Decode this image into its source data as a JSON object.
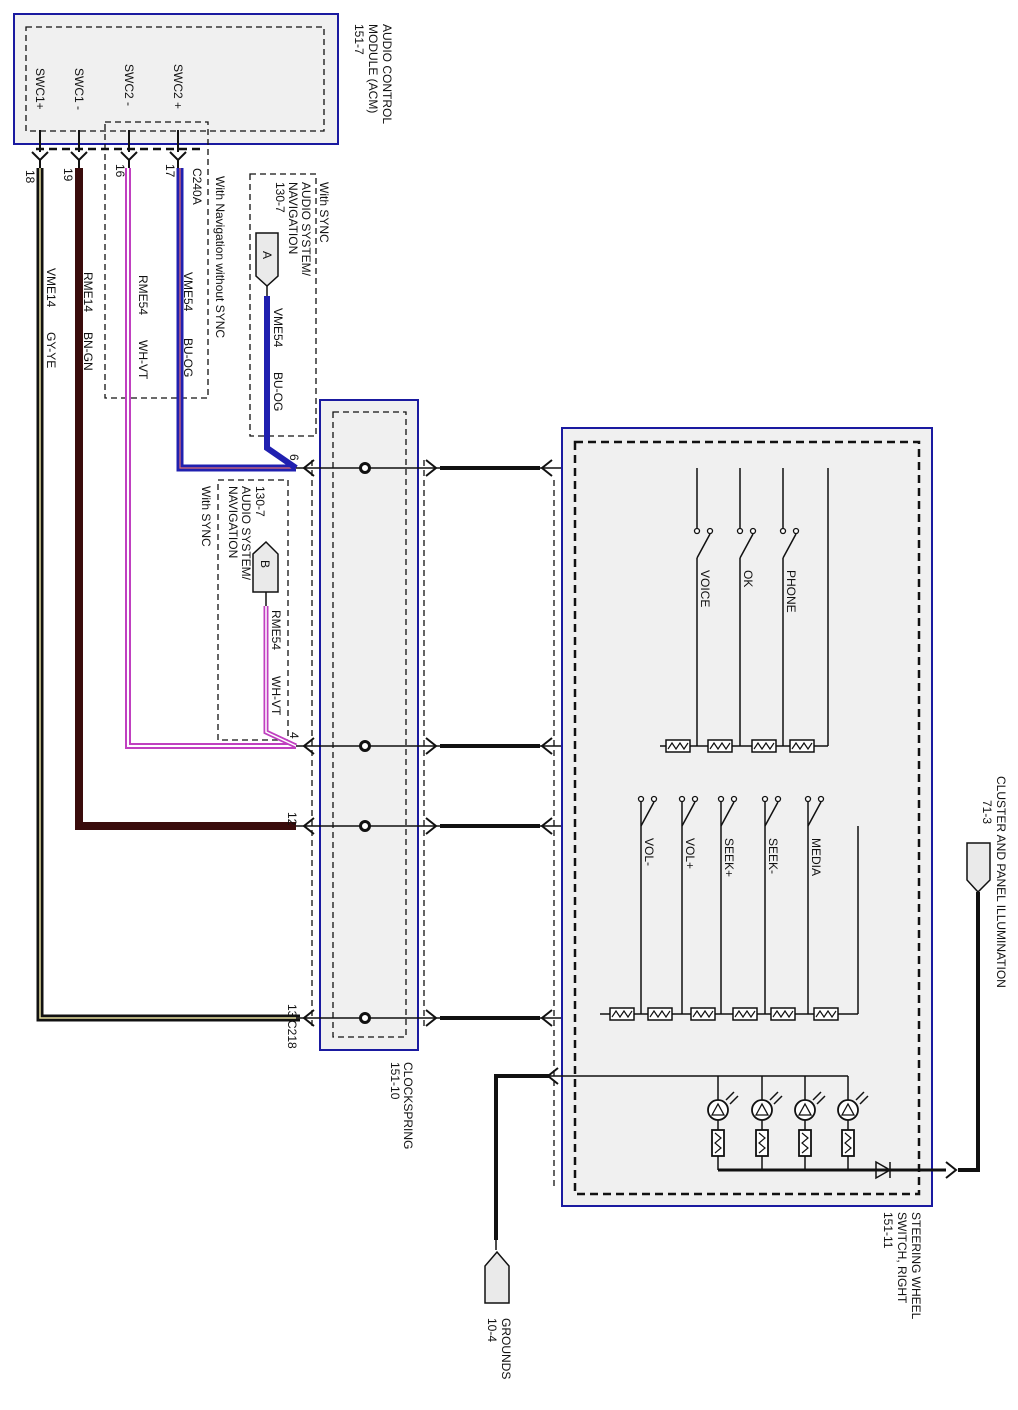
{
  "diagram": {
    "type": "wiring-schematic",
    "orientation": "rotated-90-clockwise"
  },
  "components": {
    "acm": {
      "name": "AUDIO CONTROL",
      "name2": "MODULE (ACM)",
      "ref": "151-7",
      "pins": [
        "SWC1+",
        "SWC1 -",
        "SWC2 -",
        "SWC2 +"
      ]
    },
    "clockspring": {
      "name": "CLOCKSPRING",
      "ref": "151-10"
    },
    "switch": {
      "name": "STEERING WHEEL",
      "name2": "SWITCH, RIGHT",
      "ref": "151-11"
    },
    "cluster": {
      "name": "CLUSTER AND PANEL ILLUMINATION",
      "ref": "71-3"
    },
    "grounds": {
      "name": "GROUNDS",
      "ref": "10-4"
    }
  },
  "wires": [
    {
      "pin": "18",
      "circuit": "VME14",
      "color": "GY-YE",
      "hex": "#1a1a1a",
      "stripe": "#e8e0a0"
    },
    {
      "pin": "19",
      "circuit": "RME14",
      "color": "BN-GN",
      "hex": "#3a0c0c",
      "stripe": "#3a0c0c"
    },
    {
      "pin": "16",
      "circuit": "RME54",
      "color": "WH-VT",
      "hex": "#c040c0",
      "stripe": "#ffffff"
    },
    {
      "pin": "17",
      "circuit": "VME54",
      "color": "BU-OG",
      "hex": "#2020b0",
      "stripe": "#e07070"
    }
  ],
  "connectors": {
    "acm": "C240A",
    "clockspring": "C218",
    "clockspring_pins": [
      "6",
      "4",
      "12",
      "13"
    ]
  },
  "option_boxes": {
    "nav_without_sync": "With Navigation without SYNC",
    "sync_a": {
      "title": "With SYNC",
      "sys": "AUDIO SYSTEM/",
      "sys2": "NAVIGATION",
      "ref": "130-7",
      "tag": "A",
      "circuit": "VME54",
      "color": "BU-OG"
    },
    "sync_b": {
      "title": "With SYNC",
      "sys": "AUDIO SYSTEM/",
      "sys2": "NAVIGATION",
      "ref": "130-7",
      "tag": "B",
      "circuit": "RME54",
      "color": "WH-VT"
    }
  },
  "switches_group1": [
    "VOICE",
    "OK",
    "PHONE"
  ],
  "switches_group2": [
    "VOL-",
    "VOL+",
    "SEEK+",
    "SEEK-",
    "MEDIA"
  ],
  "colors": {
    "module_border": "#1a1aa0",
    "module_fill": "#f0f0f0"
  }
}
